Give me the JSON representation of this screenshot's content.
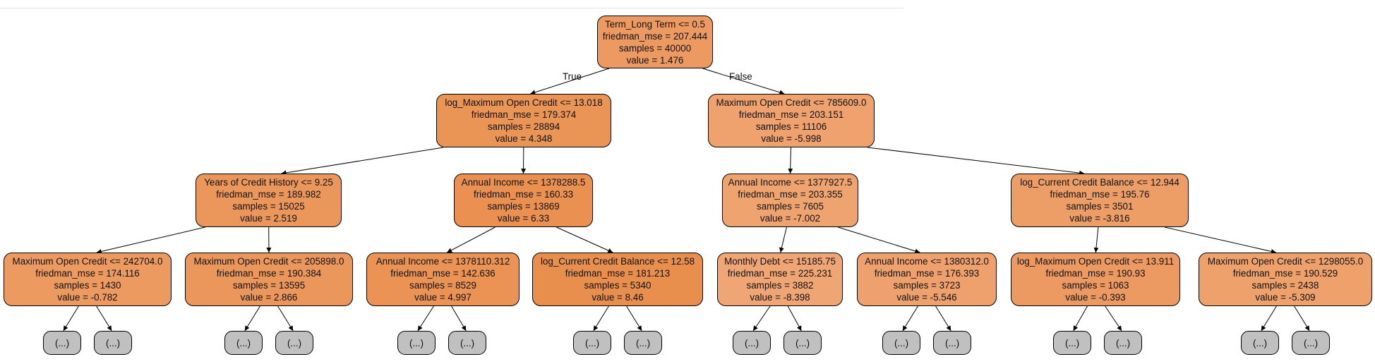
{
  "tree": {
    "edge_labels": {
      "true_label": "True",
      "false_label": "False"
    },
    "nodes": [
      {
        "id": "n0",
        "split": "Term_Long Term <= 0.5",
        "friedman_mse": "friedman_mse = 207.444",
        "samples": "samples = 40000",
        "value": "value = 1.476",
        "fill": "#ec9a62"
      },
      {
        "id": "n1",
        "split": "log_Maximum Open Credit <= 13.018",
        "friedman_mse": "friedman_mse = 179.374",
        "samples": "samples = 28894",
        "value": "value = 4.348",
        "fill": "#ea9456"
      },
      {
        "id": "n2",
        "split": "Maximum Open Credit <= 785609.0",
        "friedman_mse": "friedman_mse = 203.151",
        "samples": "samples = 11106",
        "value": "value = -5.998",
        "fill": "#efa26e"
      },
      {
        "id": "n3",
        "split": "Years of Credit History <= 9.25",
        "friedman_mse": "friedman_mse = 189.982",
        "samples": "samples = 15025",
        "value": "value = 2.519",
        "fill": "#eb975b"
      },
      {
        "id": "n4",
        "split": "Annual Income <= 1378288.5",
        "friedman_mse": "friedman_mse = 160.33",
        "samples": "samples = 13869",
        "value": "value = 6.33",
        "fill": "#ea9152"
      },
      {
        "id": "n5",
        "split": "Annual Income <= 1377927.5",
        "friedman_mse": "friedman_mse = 203.355",
        "samples": "samples = 7605",
        "value": "value = -7.002",
        "fill": "#efa470"
      },
      {
        "id": "n6",
        "split": "log_Current Credit Balance <= 12.944",
        "friedman_mse": "friedman_mse = 195.76",
        "samples": "samples = 3501",
        "value": "value = -3.816",
        "fill": "#ed9e67"
      },
      {
        "id": "n7",
        "split": "Maximum Open Credit <= 242704.0",
        "friedman_mse": "friedman_mse = 174.116",
        "samples": "samples = 1430",
        "value": "value = -0.782",
        "fill": "#ec9a60"
      },
      {
        "id": "n8",
        "split": "Maximum Open Credit <= 205898.0",
        "friedman_mse": "friedman_mse = 190.384",
        "samples": "samples = 13595",
        "value": "value = 2.866",
        "fill": "#eb975b"
      },
      {
        "id": "n9",
        "split": "Annual Income <= 1378110.312",
        "friedman_mse": "friedman_mse = 142.636",
        "samples": "samples = 8529",
        "value": "value = 4.997",
        "fill": "#ea9354"
      },
      {
        "id": "n10",
        "split": "log_Current Credit Balance <= 12.58",
        "friedman_mse": "friedman_mse = 181.213",
        "samples": "samples = 5340",
        "value": "value = 8.46",
        "fill": "#e98f4d"
      },
      {
        "id": "n11",
        "split": "Monthly Debt <= 15185.75",
        "friedman_mse": "friedman_mse = 225.231",
        "samples": "samples = 3882",
        "value": "value = -8.398",
        "fill": "#f0a674"
      },
      {
        "id": "n12",
        "split": "Annual Income <= 1380312.0",
        "friedman_mse": "friedman_mse = 176.393",
        "samples": "samples = 3723",
        "value": "value = -5.546",
        "fill": "#eea16c"
      },
      {
        "id": "n13",
        "split": "log_Maximum Open Credit <= 13.911",
        "friedman_mse": "friedman_mse = 190.93",
        "samples": "samples = 1063",
        "value": "value = -0.393",
        "fill": "#ec9a61"
      },
      {
        "id": "n14",
        "split": "Maximum Open Credit <= 1298055.0",
        "friedman_mse": "friedman_mse = 190.529",
        "samples": "samples = 2438",
        "value": "value = -5.309",
        "fill": "#eea16b"
      }
    ],
    "truncated_leaf_label": "(...)",
    "leaf_fill": "#c0c0c0"
  }
}
